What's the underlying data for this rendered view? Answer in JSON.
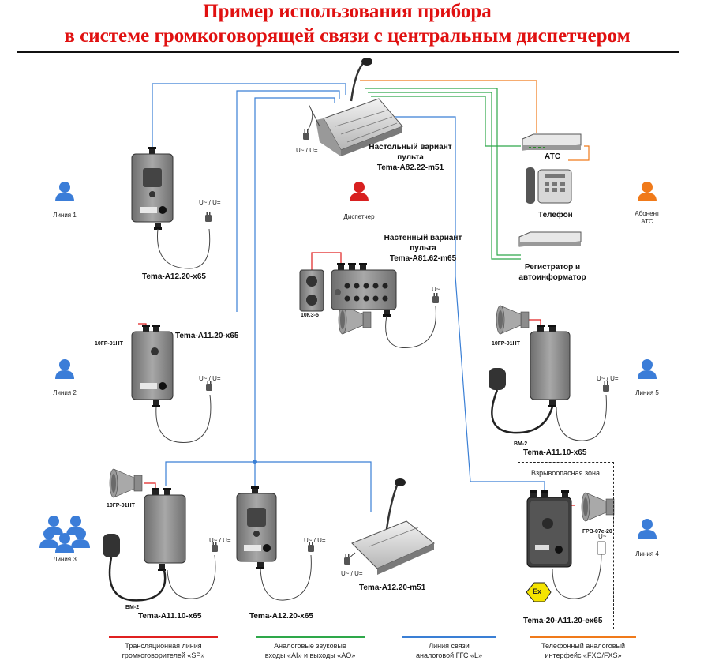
{
  "title": {
    "line1": "Пример использования прибора",
    "line2": "в системе громкоговорящей связи с центральным диспетчером"
  },
  "devices": {
    "desk_console": "Настольный вариант пульта Tema-A82.22-m51",
    "desk_console_l1": "Настольный вариант",
    "desk_console_l2": "пульта",
    "desk_console_l3": "Tema-A82.22-m51",
    "wall_console_l1": "Настенный вариант",
    "wall_console_l2": "пульта",
    "wall_console_l3": "Tema-A81.62-m65",
    "ats": "АТС",
    "phone": "Телефон",
    "recorder_l1": "Регистратор и",
    "recorder_l2": "автоинформатор",
    "a1220_top": "Tema-A12.20-x65",
    "a1120_mid": "Tema-A11.20-x65",
    "a1110_right": "Tema-A11.10-x65",
    "a1110_bottom": "Tema-A11.10-x65",
    "a1220_bottom": "Tema-A12.20-x65",
    "a1220_m51": "Tema-A12.20-m51",
    "ex_device": "Tema-20-A11.20-ex65",
    "key_10k3": "10КЗ-5",
    "horn_1": "10ГР-01НТ",
    "horn_2": "10ГР-01НТ",
    "horn_3": "10ГР-01НТ",
    "horn_ex": "ГРВ-07е-20",
    "mic_1": "ВМ-2",
    "mic_2": "ВМ-2",
    "power_desk": "U~ / U=",
    "power_a1220": "U~ / U=",
    "power_a1120": "U~ / U=",
    "power_wall": "U~",
    "power_right": "U~ / U=",
    "power_bottom1": "U~ / U=",
    "power_bottom2": "U~ / U=",
    "power_m51": "U~ / U=",
    "power_ex": "U~",
    "zone_label": "Взрывоопасная зона",
    "ex_mark": "Ex"
  },
  "people": {
    "line1": "Линия 1",
    "line2": "Линия 2",
    "line3": "Линия 3",
    "line4": "Линия 4",
    "line5": "Линия 5",
    "dispatcher": "Диспетчер",
    "subscriber_l1": "Абонент",
    "subscriber_l2": "АТС"
  },
  "legend": [
    {
      "l1": "Трансляционная линия",
      "l2": "громкоговорителей «SP»",
      "color": "#e02020"
    },
    {
      "l1": "Аналоговые звуковые",
      "l2": "входы «AI» и выходы «AO»",
      "color": "#2ea84a"
    },
    {
      "l1": "Линия связи",
      "l2": "аналоговой ГГС «L»",
      "color": "#3a7fd5"
    },
    {
      "l1": "Телефонный аналоговый",
      "l2": "интерфейс «FXO/FXS»",
      "color": "#f07a1a"
    }
  ],
  "colors": {
    "title": "#e01010",
    "sp_line": "#e02020",
    "analog_line": "#2ea84a",
    "ggs_line": "#3a7fd5",
    "phone_line": "#f07a1a",
    "device_body": "#8a8a8a",
    "person": "#3b7dd8",
    "dispatcher": "#d82020",
    "subscriber": "#f07a1a"
  }
}
